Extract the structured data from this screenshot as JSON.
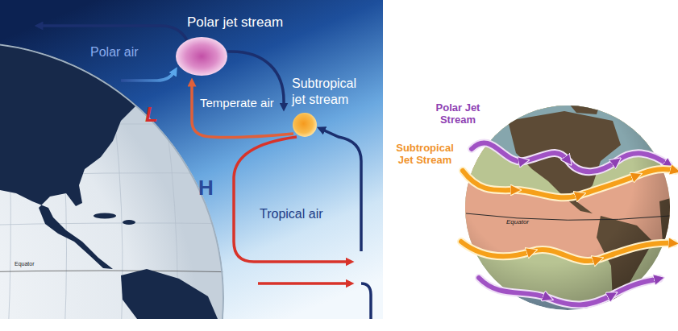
{
  "diagram": {
    "labels": [
      "Polar jet stream",
      "Polar air",
      "Subtropical jet stream",
      "Temperate air",
      "L",
      "H",
      "Tropical air",
      "Equator",
      "Polar Jet Stream",
      "Subtropical Jet Stream",
      "Equator"
    ]
  }
}
